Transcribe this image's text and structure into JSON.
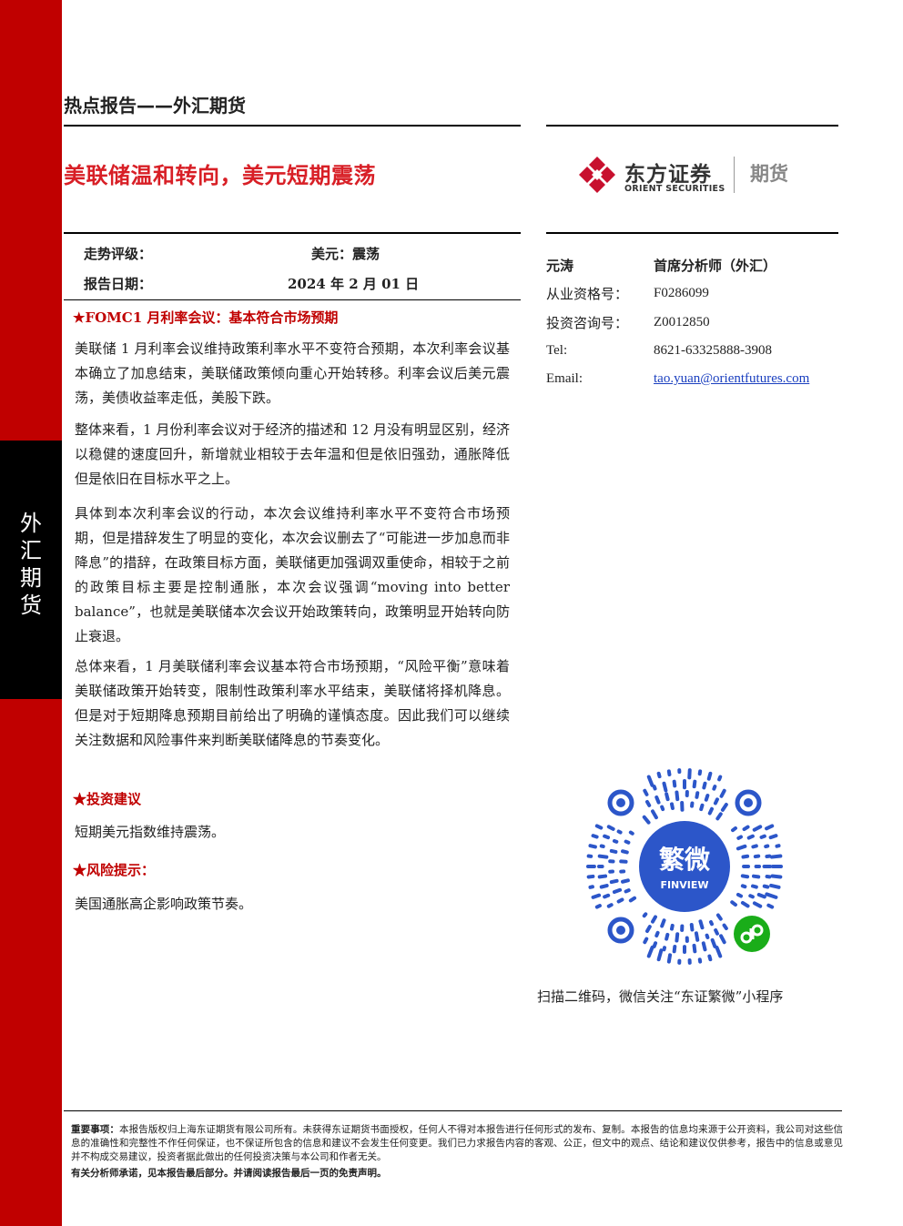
{
  "sidebar": {
    "chars": [
      "外",
      "汇",
      "期",
      "货"
    ]
  },
  "header": {
    "report_type": "热点报告——外汇期货",
    "title": "美联储温和转向，美元短期震荡"
  },
  "logo": {
    "cn": "东方证券",
    "en": "ORIENT SECURITIES",
    "suffix": "期货"
  },
  "meta": {
    "rating_label": "走势评级：",
    "rating_value": "美元：震荡",
    "date_label": "报告日期：",
    "date_value": "2024 年 2 月 01 日"
  },
  "sections": {
    "fomc_head": "★FOMC1 月利率会议：基本符合市场预期",
    "paragraphs": [
      "美联储 1 月利率会议维持政策利率水平不变符合预期，本次利率会议基本确立了加息结束，美联储政策倾向重心开始转移。利率会议后美元震荡，美债收益率走低，美股下跌。",
      "整体来看，1 月份利率会议对于经济的描述和 12 月没有明显区别，经济以稳健的速度回升，新增就业相较于去年温和但是依旧强劲，通胀降低但是依旧在目标水平之上。",
      "具体到本次利率会议的行动，本次会议维持利率水平不变符合市场预期，但是措辞发生了明显的变化，本次会议删去了“可能进一步加息而非降息”的措辞，在政策目标方面，美联储更加强调双重使命，相较于之前的政策目标主要是控制通胀，本次会议强调“moving into better balance”，也就是美联储本次会议开始政策转向，政策明显开始转向防止衰退。",
      "总体来看，1 月美联储利率会议基本符合市场预期，“风险平衡”意味着美联储政策开始转变，限制性政策利率水平结束，美联储将择机降息。但是对于短期降息预期目前给出了明确的谨慎态度。因此我们可以继续关注数据和风险事件来判断美联储降息的节奏变化。"
    ],
    "invest_head": "★投资建议",
    "invest_text": "短期美元指数维持震荡。",
    "risk_head": "★风险提示：",
    "risk_text": "美国通胀高企影响政策节奏。"
  },
  "analyst": {
    "name": "元涛",
    "title": "首席分析师（外汇）",
    "license_label": "从业资格号：",
    "license_value": "F0286099",
    "consult_label": "投资咨询号：",
    "consult_value": "Z0012850",
    "tel_label": "Tel:",
    "tel_value": "8621-63325888-3908",
    "email_label": "Email:",
    "email_value": "tao.yuan@orientfutures.com"
  },
  "qr": {
    "center_text": "繁微",
    "center_sub": "FINVIEW",
    "caption": "扫描二维码，微信关注“东证繁微”小程序"
  },
  "disclaimer": {
    "label": "重要事项：",
    "text": "本报告版权归上海东证期货有限公司所有。未获得东证期货书面授权，任何人不得对本报告进行任何形式的发布、复制。本报告的信息均来源于公开资料，我公司对这些信息的准确性和完整性不作任何保证，也不保证所包含的信息和建议不会发生任何变更。我们已力求报告内容的客观、公正，但文中的观点、结论和建议仅供参考，报告中的信息或意见并不构成交易建议，投资者据此做出的任何投资决策与本公司和作者无关。",
    "bottom": "有关分析师承诺，见本报告最后部分。并请阅读报告最后一页的免责声明。"
  },
  "colors": {
    "brand_red": "#c00000",
    "title_red": "#d81f26",
    "link_blue": "#1a3fbf"
  }
}
